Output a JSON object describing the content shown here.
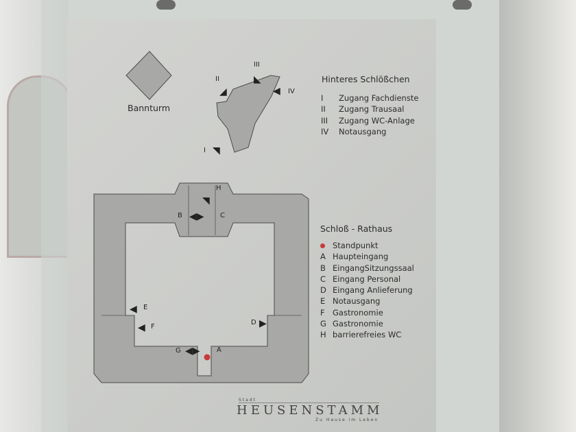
{
  "building_labels": {
    "bannturm": "Bannturm"
  },
  "schloesschen": {
    "title": "Hinteres Schlößchen",
    "items": [
      {
        "key": "I",
        "label": "Zugang Fachdienste"
      },
      {
        "key": "II",
        "label": "Zugang Trausaal"
      },
      {
        "key": "III",
        "label": "Zugang WC-Anlage"
      },
      {
        "key": "IV",
        "label": "Notausgang"
      }
    ]
  },
  "rathaus": {
    "title": "Schloß - Rathaus",
    "standpunkt": "Standpunkt",
    "items": [
      {
        "key": "A",
        "label": "Haupteingang"
      },
      {
        "key": "B",
        "label": "EingangSitzungssaal"
      },
      {
        "key": "C",
        "label": "Eingang Personal"
      },
      {
        "key": "D",
        "label": "Eingang Anlieferung"
      },
      {
        "key": "E",
        "label": "Notausgang"
      },
      {
        "key": "F",
        "label": "Gastronomie"
      },
      {
        "key": "G",
        "label": "Gastronomie"
      },
      {
        "key": "H",
        "label": "barrierefreies WC"
      }
    ]
  },
  "logo": {
    "small": "Stadt",
    "name": "HEUSENSTAMM",
    "tagline": "Zu Hause im Leben"
  },
  "colors": {
    "standpunkt": "#c73b3b",
    "building": "#a8a9a7"
  }
}
